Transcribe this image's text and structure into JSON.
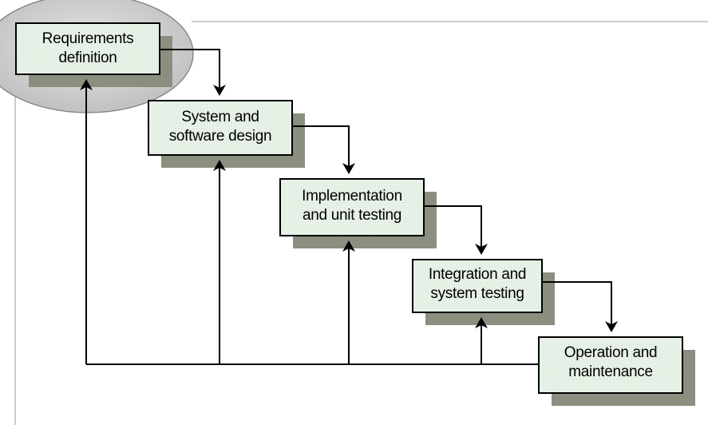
{
  "diagram": {
    "stages": [
      {
        "id": "requirements",
        "line1": "Requirements",
        "line2": "definition"
      },
      {
        "id": "design",
        "line1": "System and",
        "line2": "software design"
      },
      {
        "id": "implementation",
        "line1": "Implementation",
        "line2": "and unit testing"
      },
      {
        "id": "integration",
        "line1": "Integration and",
        "line2": "system testing"
      },
      {
        "id": "operation",
        "line1": "Operation and",
        "line2": "maintenance"
      }
    ],
    "colors": {
      "box_fill": "#e4efe4",
      "box_border": "#000000",
      "shadow": "#8b8f7f",
      "ellipse_fill": "#d3d3d3",
      "ellipse_stroke": "#7a7a7a",
      "line": "#000000",
      "frame": "#9a9a9a"
    }
  }
}
